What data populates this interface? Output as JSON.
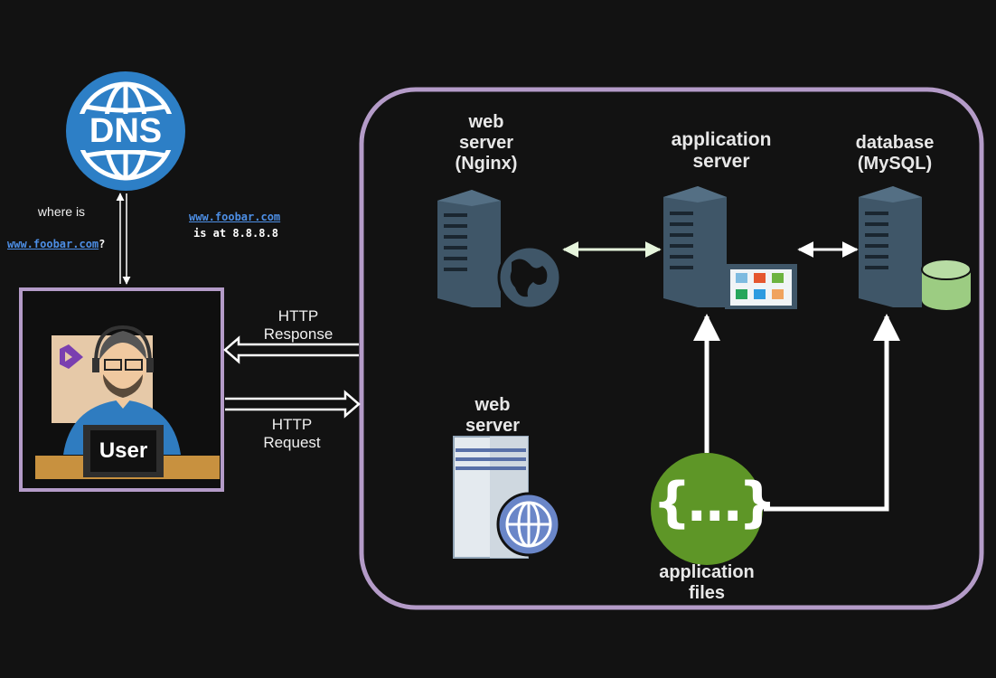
{
  "dns": {
    "label": "DNS"
  },
  "query": {
    "line1": "where is",
    "domain": "www.foobar.com",
    "suffix": "?"
  },
  "answer": {
    "domain": "www.foobar.com",
    "text": "is at 8.8.8.8"
  },
  "user": {
    "label": "User"
  },
  "http": {
    "response_line1": "HTTP",
    "response_line2": "Response",
    "request_line1": "HTTP",
    "request_line2": "Request"
  },
  "web_server_nginx": {
    "line1": "web",
    "line2": "server",
    "line3": "(Nginx)"
  },
  "application_server": {
    "line1": "application",
    "line2": "server"
  },
  "database": {
    "line1": "database",
    "line2": "(MySQL)"
  },
  "web_server": {
    "line1": "web",
    "line2": "server"
  },
  "application_files": {
    "line1": "application",
    "line2": "files",
    "icon_text": "{…}"
  },
  "colors": {
    "background": "#121212",
    "frame": "#b49bc8",
    "server": "#3f5668",
    "link": "#4d8fe6",
    "dns": "#2d7fc6",
    "files_green": "#5e9627",
    "db_green": "#9ccc82"
  }
}
